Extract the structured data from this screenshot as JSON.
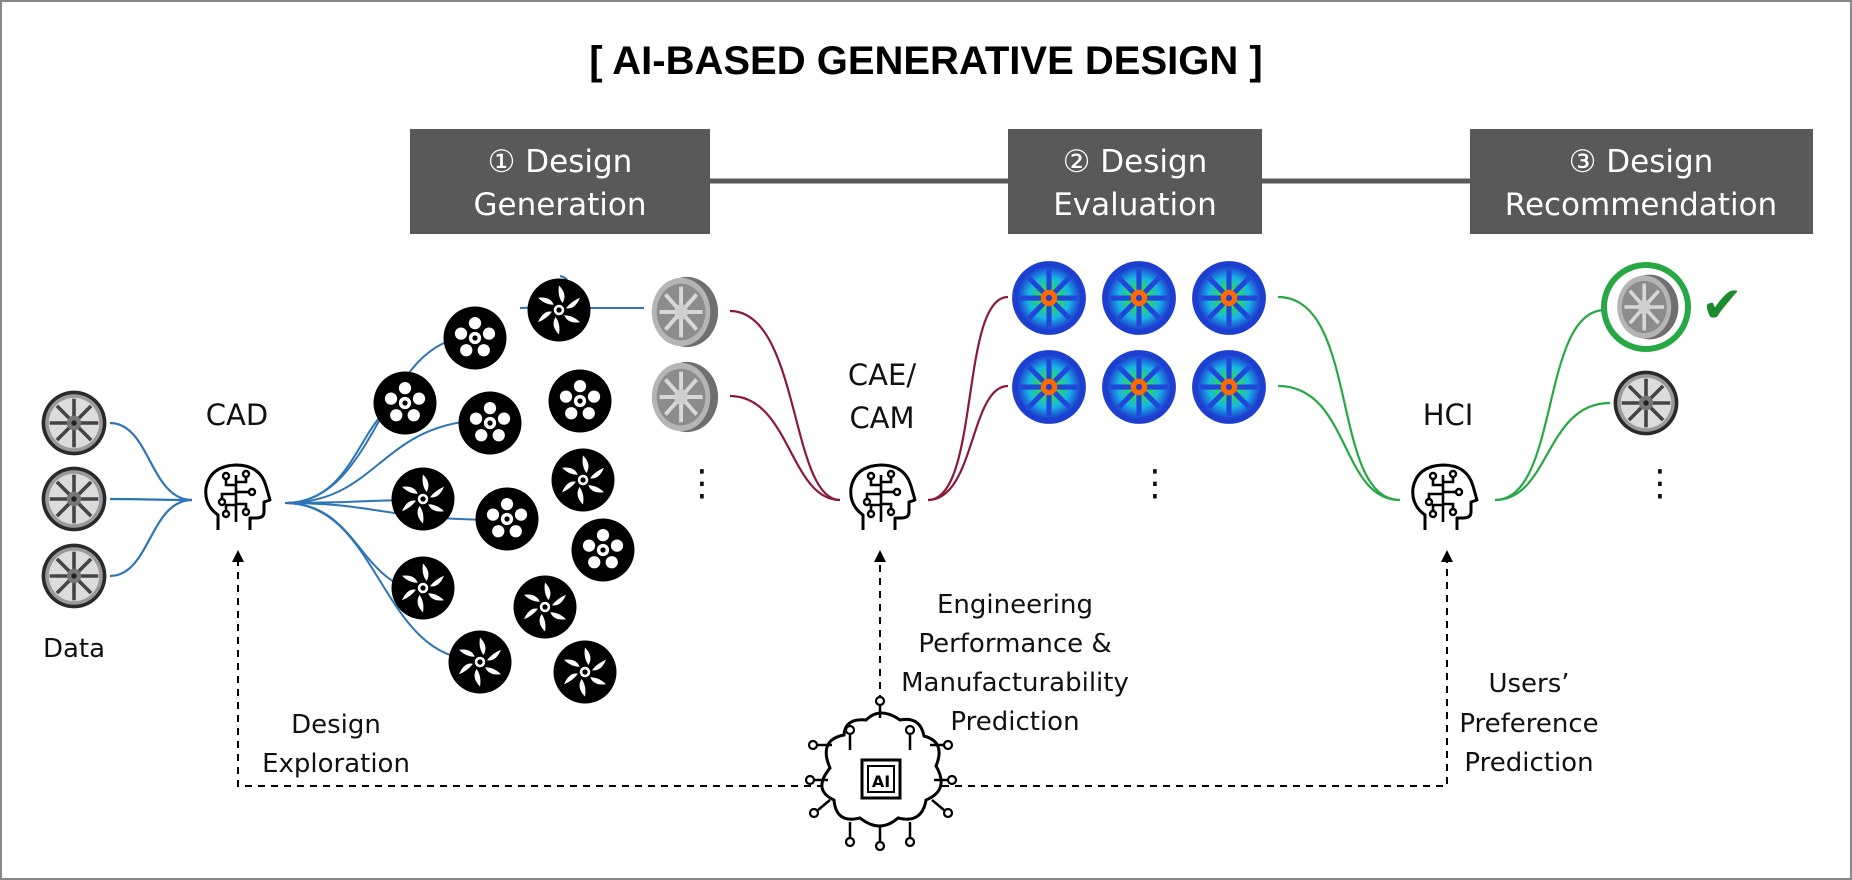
{
  "title": "[ AI-BASED GENERATIVE DESIGN ]",
  "stages": [
    {
      "line1": "① Design",
      "line2": "Generation"
    },
    {
      "line1": "② Design",
      "line2": "Evaluation"
    },
    {
      "line1": "③ Design",
      "line2": "Recommendation"
    }
  ],
  "nodes": {
    "data_label": "Data",
    "cad_label": "CAD",
    "cae_line1": "CAE/",
    "cae_line2": "CAM",
    "hci_label": "HCI",
    "ai_chip_text": "AI"
  },
  "annotations": {
    "exploration_line1": "Design",
    "exploration_line2": "Exploration",
    "engineering_line1": "Engineering",
    "engineering_line2": "Performance &",
    "engineering_line3": "Manufacturability",
    "engineering_line4": "Prediction",
    "users_line1": "Users’",
    "users_line2": "Preference",
    "users_line3": "Prediction"
  },
  "ellipsis": "⋮",
  "checkmark": "✔",
  "colors": {
    "stage_box": "#595959",
    "connector": "#595959",
    "blue_link": "#2e75b6",
    "red_link": "#8b1a3a",
    "green_link": "#28a745",
    "check": "#1e8a2e"
  },
  "icons": {
    "node_icon": "ai-head-icon",
    "center_icon": "ai-chip-icon",
    "data_images": "photo-wheel-icon",
    "generated_designs": "black-wheel-icon",
    "rendered_designs": "rendered-wheel-icon",
    "fea_results": "fea-wheel-icon",
    "recommended": "selected-wheel-icon"
  }
}
